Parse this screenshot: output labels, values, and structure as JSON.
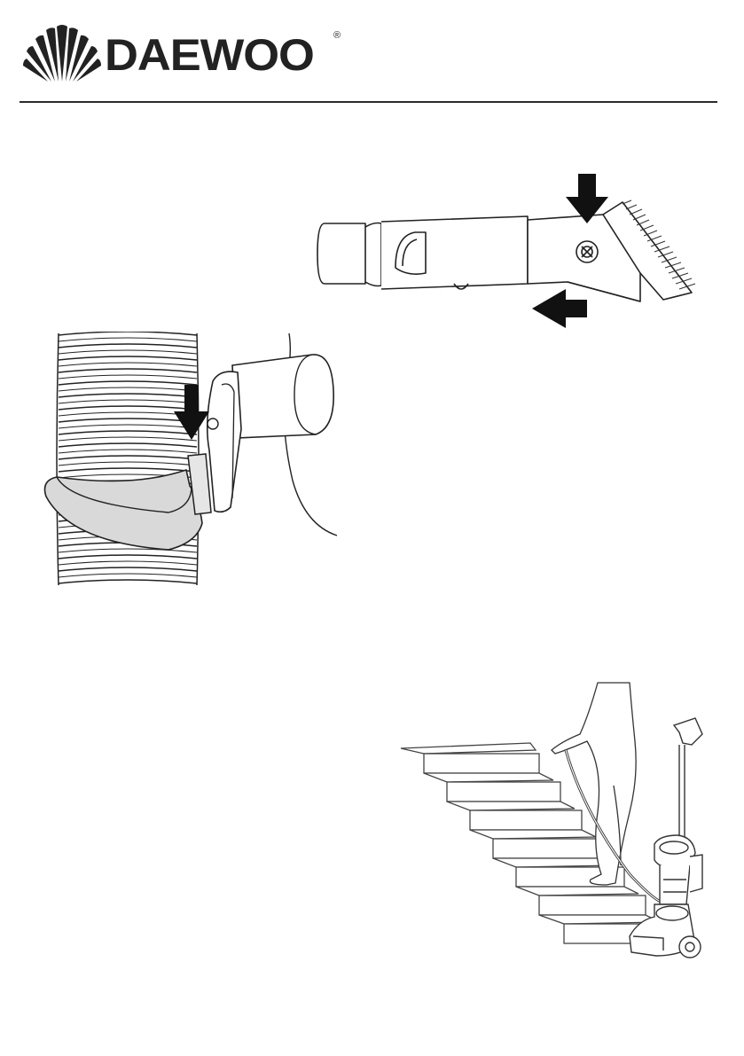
{
  "header": {
    "brand_name": "DAEWOO",
    "registered_mark": "®",
    "logo_icon": "fan-logo-icon"
  },
  "figures": [
    {
      "name": "brush-tool-detach-figure",
      "icons": [
        "down-arrow-icon",
        "left-arrow-icon"
      ]
    },
    {
      "name": "hose-clip-figure",
      "icons": [
        "down-arrow-icon"
      ]
    },
    {
      "name": "stairs-cleaning-figure",
      "icons": []
    }
  ],
  "colors": {
    "ink": "#222222",
    "rule": "#2b2b2b",
    "band": "#d9d9d9"
  }
}
